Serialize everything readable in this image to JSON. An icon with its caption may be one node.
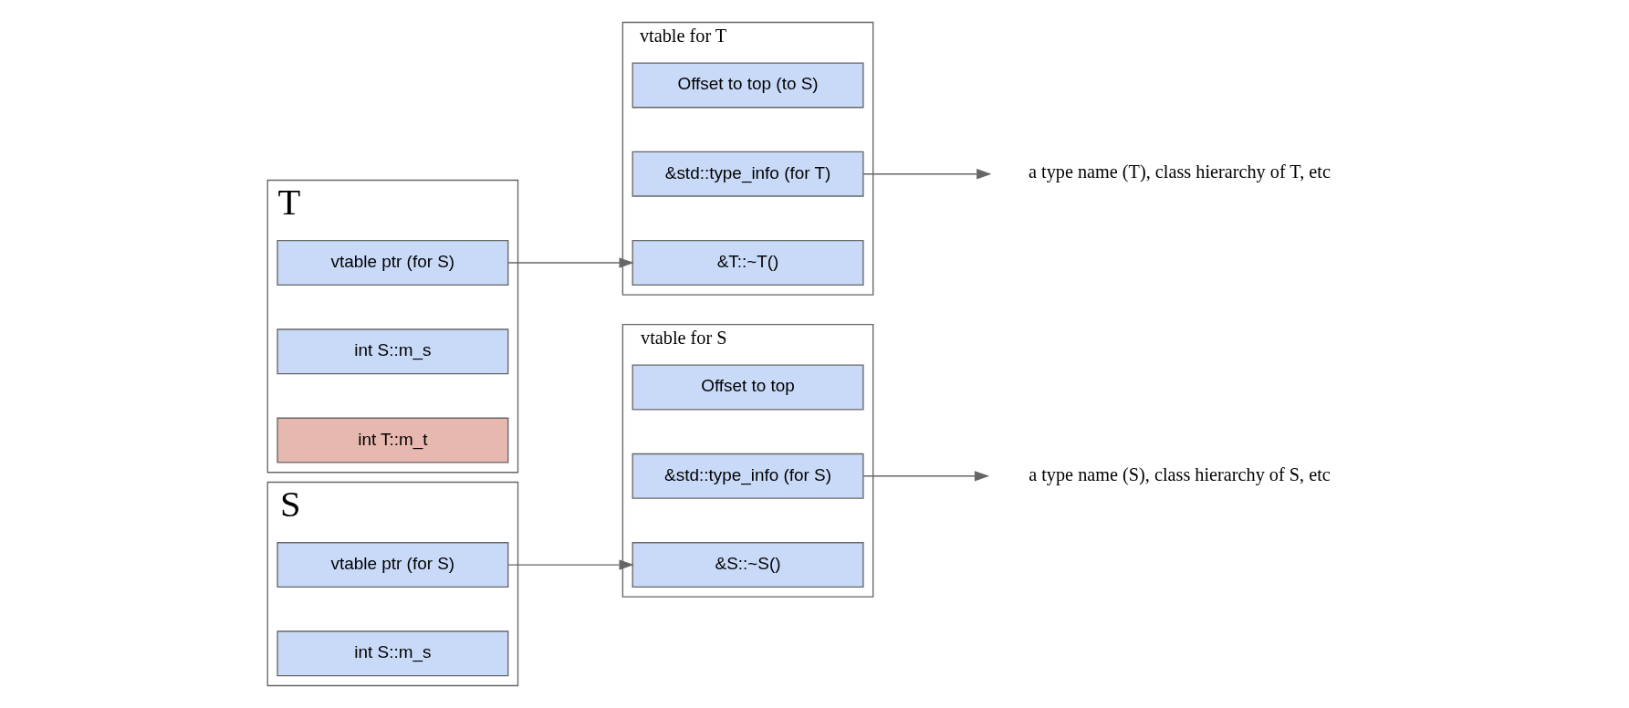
{
  "diagram": {
    "nodes": [
      {
        "text": [
          "S"
        ]
      },
      {
        "text": [
          "vtable ptr (for S)"
        ],
        "in": 0
      },
      {
        "text": [
          "int S::m_s"
        ],
        "in": 0
      },
      {
        "text": [
          "vtable for S"
        ]
      },
      {
        "text": [
          "Offset to top"
        ],
        "in": 3
      },
      {
        "text": [
          "&std::type_info (for S)"
        ],
        "in": 3
      },
      {
        "text": [
          "&S::~S()"
        ],
        "in": 3
      },
      {
        "text": [
          "a type name (S), class hierarchy of S, etc"
        ]
      },
      {
        "text": [
          "T"
        ]
      },
      {
        "text": [
          "vtable ptr (for S)"
        ],
        "in": 8
      },
      {
        "text": [
          "int S::m_s"
        ],
        "in": 8
      },
      {
        "text": [
          "int T::m_t"
        ],
        "in": 8
      },
      {
        "text": [
          "vtable for T"
        ]
      },
      {
        "text": [
          "Offset to top (to S)"
        ],
        "in": 12
      },
      {
        "text": [
          "&std::type_info (for T)"
        ],
        "in": 12
      },
      {
        "text": [
          "&T::~T()"
        ],
        "in": 12
      },
      {
        "text": [
          "a type name (T), class hierarchy of T, etc"
        ]
      }
    ],
    "edges": [
      {
        "from": 1,
        "to": 6,
        "arrow": "to"
      },
      {
        "from": 5,
        "to": 7,
        "arrow": "to"
      },
      {
        "from": 9,
        "to": 15,
        "arrow": "to"
      },
      {
        "from": 14,
        "to": 16,
        "arrow": "to"
      }
    ]
  }
}
